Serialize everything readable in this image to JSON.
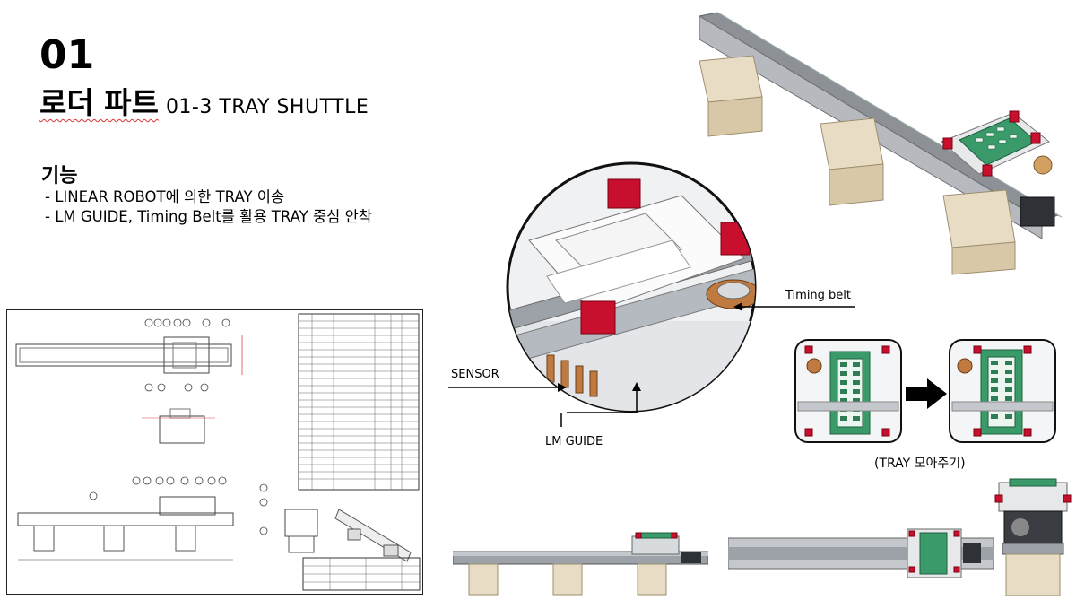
{
  "section": {
    "number": "01",
    "title_kr": "로더 파트",
    "title_en": "01-3 TRAY SHUTTLE"
  },
  "function": {
    "heading": "기능",
    "items": [
      "- LINEAR ROBOT에 의한 TRAY 이송",
      "- LM GUIDE, Timing Belt를 활용 TRAY 중심 안착"
    ]
  },
  "callouts": {
    "timing_belt": "Timing belt",
    "sensor": "SENSOR",
    "lm_guide": "LM GUIDE",
    "tray_gather": "(TRAY 모아주기)"
  },
  "colors": {
    "accent_red": "#c8102e",
    "tray_green": "#3a9a6a",
    "rail_gray": "#8d9196",
    "base_beige": "#e8dcc4"
  },
  "icons": {
    "arrow": "right-arrow-icon"
  }
}
